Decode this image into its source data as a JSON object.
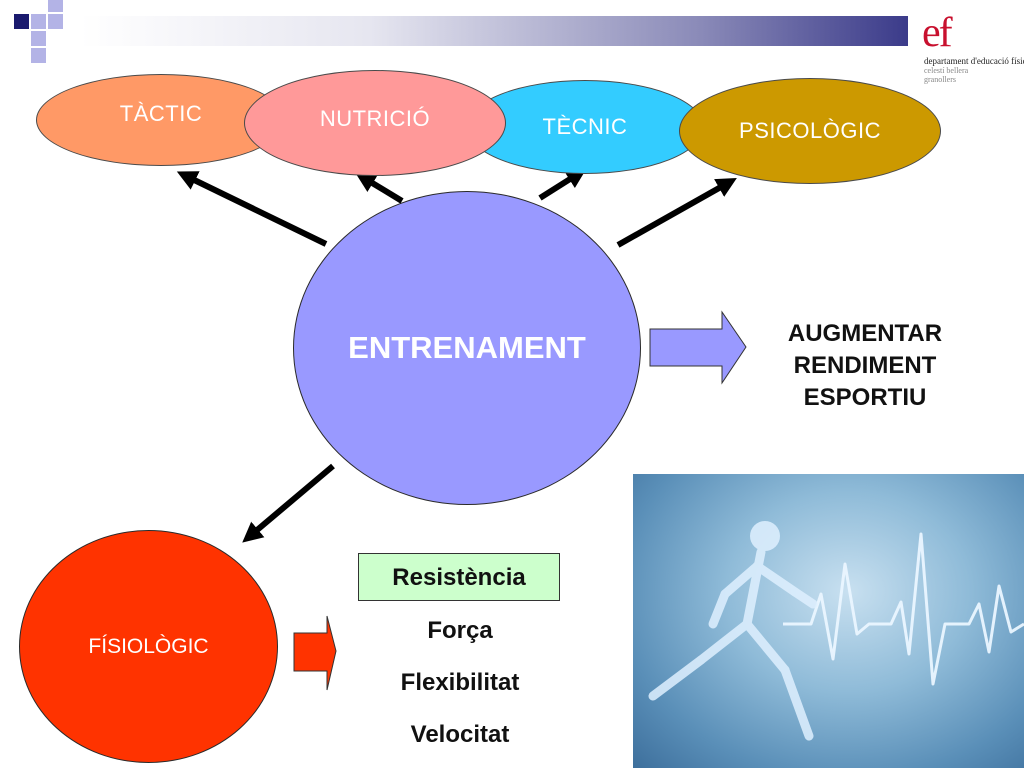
{
  "logo": {
    "mark": "ef",
    "line1": "departament d'educació física",
    "line2": "celestí bellera",
    "line3": "granollers"
  },
  "center": {
    "label": "ENTRENAMENT"
  },
  "factors": [
    {
      "label": "TÀCTIC",
      "color": "#ff9966"
    },
    {
      "label": "NUTRICIÓ",
      "color": "#ff9999"
    },
    {
      "label": "TÈCNIC",
      "color": "#33ccff"
    },
    {
      "label": "PSICOLÒGIC",
      "color": "#cc9900"
    }
  ],
  "result": {
    "line1": "AUGMENTAR",
    "line2": "RENDIMENT",
    "line3": "ESPORTIU"
  },
  "physiological": {
    "label": "FÍSIOLÒGIC",
    "color": "#ff3300"
  },
  "qualities": [
    "Resistència",
    "Força",
    "Flexibilitat",
    "Velocitat"
  ],
  "colors": {
    "center_fill": "#9999ff",
    "block_arrow_fill": "#9999ff",
    "small_arrow_fill": "#ff3300",
    "highlight_fill": "#ccffcc",
    "logo_red": "#c8102e",
    "square_navy": "#1a1a6e",
    "square_lavender": "#b3b3e6"
  },
  "photo": {
    "subject": "runner-skeleton-heartbeat-image"
  }
}
